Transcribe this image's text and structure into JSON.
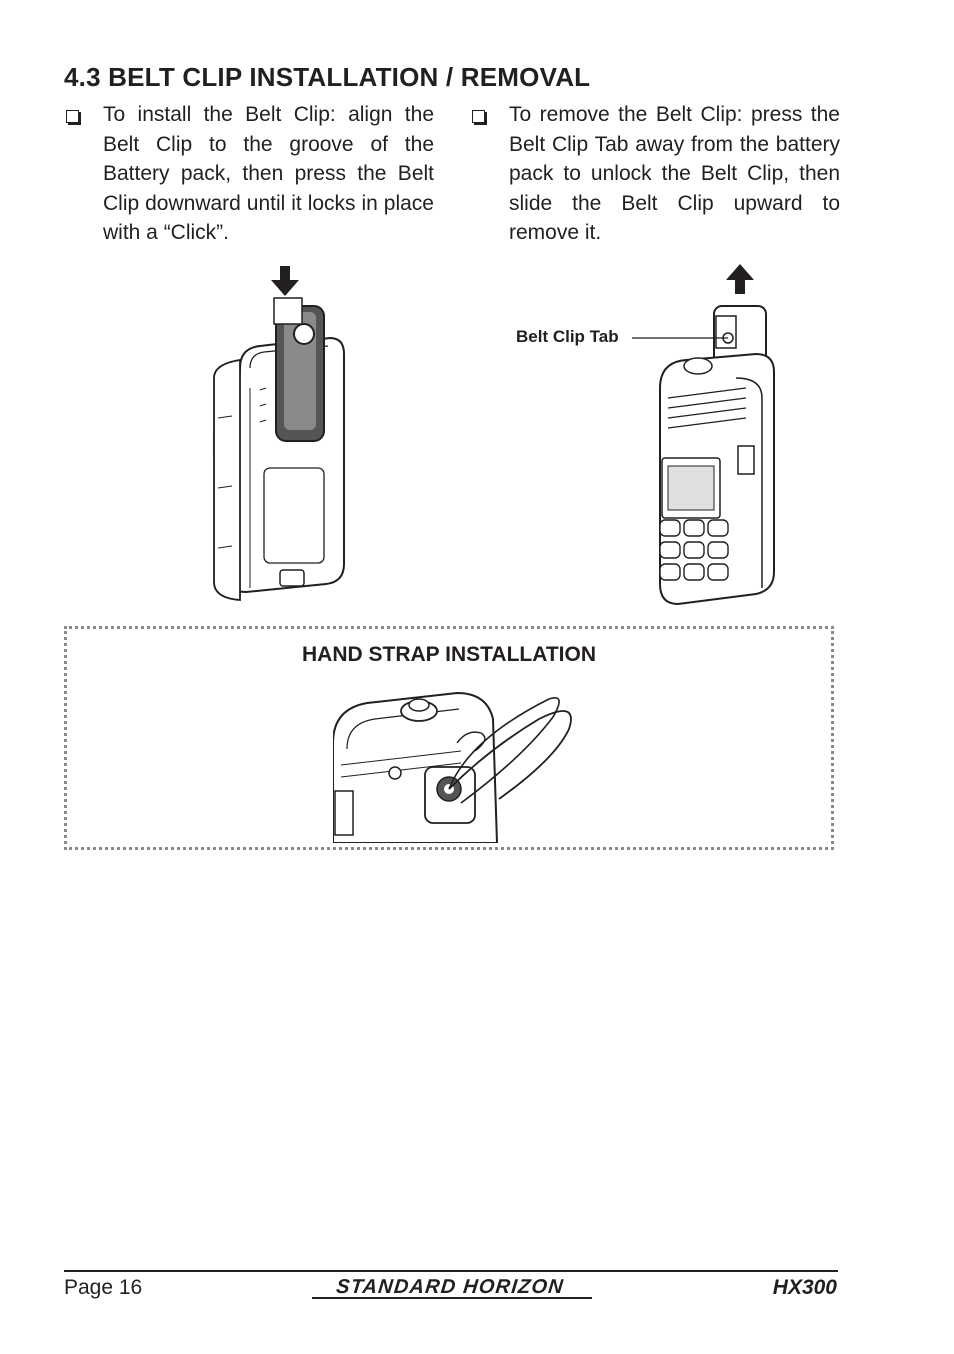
{
  "section": {
    "heading": "4.3 BELT CLIP INSTALLATION / REMOVAL"
  },
  "install": {
    "text": "To install the Belt Clip: align the Belt Clip to the groove of the Battery pack, then press the Belt Clip downward until it locks in place with a “Click”."
  },
  "remove": {
    "text": "To remove the Belt Clip: press the Belt Clip Tab away from the battery pack to unlock the Belt Clip, then slide the Belt Clip upward to remove it.",
    "callout_label": "Belt Clip Tab"
  },
  "hand_strap": {
    "title": "HAND STRAP INSTALLATION"
  },
  "footer": {
    "page": "Page 16",
    "brand": "STANDARD HORIZON",
    "model": "HX300"
  },
  "icons": {
    "bullet": "checkbox-bullet-icon",
    "install_arrow": "arrow-down-icon",
    "remove_arrow": "arrow-up-icon"
  }
}
